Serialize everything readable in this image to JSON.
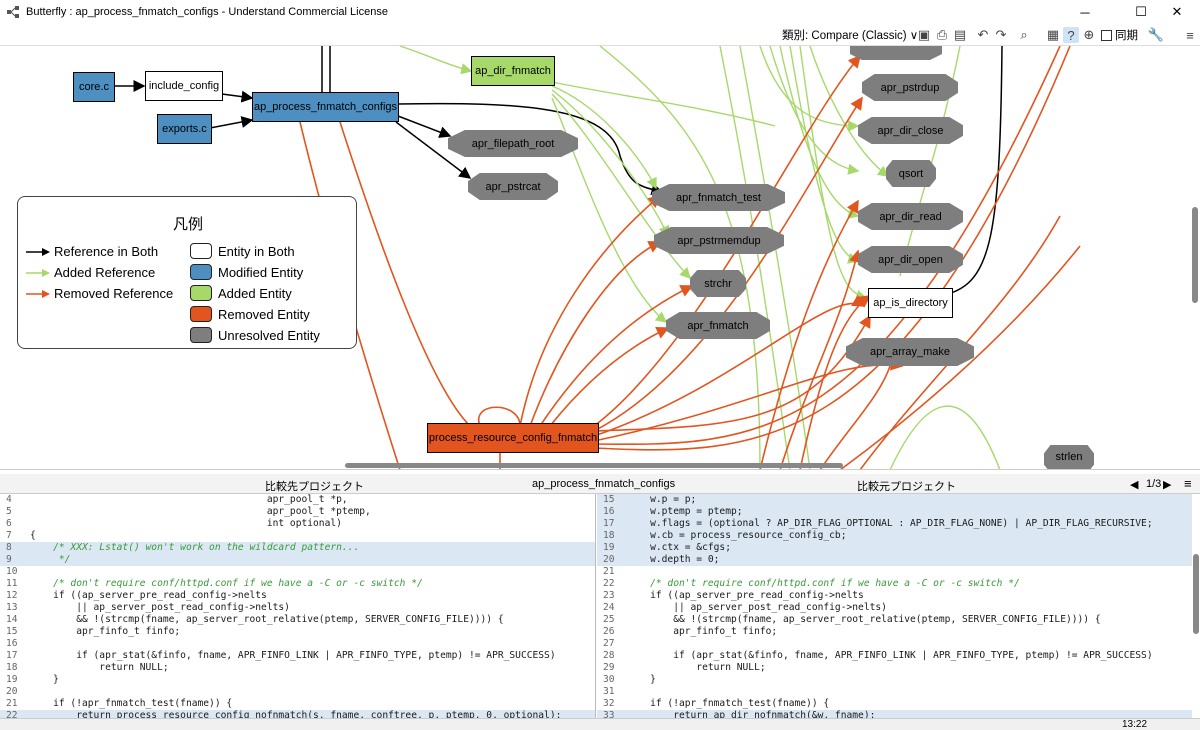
{
  "window": {
    "title": "Butterfly : ap_process_fnmatch_configs - Understand Commercial License",
    "min": "─",
    "max": "☐",
    "close": "✕"
  },
  "toolbar": {
    "category_label": "類別: Compare (Classic) ∨",
    "sync_label": "同期",
    "icons": [
      "copy-icon",
      "print-icon",
      "save-icon",
      "undo-icon",
      "redo-icon",
      "zoom-icon",
      "map-icon",
      "help-icon",
      "zoom-in-icon",
      "settings-icon",
      "menu-icon"
    ]
  },
  "graph": {
    "nodes": {
      "core_c": "core.c",
      "include_config": "include_config",
      "ap_process": "ap_process_fnmatch_configs",
      "exports_c": "exports.c",
      "ap_dir_fnmatch": "ap_dir_fnmatch",
      "apr_filepath_root": "apr_filepath_root",
      "apr_pstrcat": "apr_pstrcat",
      "apr_fnmatch_test": "apr_fnmatch_test",
      "apr_pstrmemdup": "apr_pstrmemdup",
      "strchr": "strchr",
      "apr_fnmatch": "apr_fnmatch",
      "process_resource": "process_resource_config_fnmatch",
      "apr_pstrdup": "apr_pstrdup",
      "apr_dir_close": "apr_dir_close",
      "qsort": "qsort",
      "apr_dir_read": "apr_dir_read",
      "apr_dir_open": "apr_dir_open",
      "ap_is_directory": "ap_is_directory",
      "apr_array_make": "apr_array_make",
      "strlen": "strlen"
    },
    "legend": {
      "title": "凡例",
      "ref_both": "Reference in Both",
      "ref_added": "Added Reference",
      "ref_removed": "Removed Reference",
      "ent_both": "Entity in Both",
      "ent_modified": "Modified Entity",
      "ent_added": "Added Entity",
      "ent_removed": "Removed Entity",
      "ent_unresolved": "Unresolved Entity"
    },
    "colors": {
      "modified": "#4d8fc0",
      "added": "#a6d96a",
      "removed": "#e2551e",
      "unresolved": "#7e7e7e"
    }
  },
  "diff": {
    "left_title": "比較先プロジェクト",
    "center_title": "ap_process_fnmatch_configs",
    "right_title": "比較元プロジェクト",
    "nav": "1/3",
    "left_lines": [
      {
        "n": "4",
        "t": "                                         apr_pool_t *p,",
        "h": false
      },
      {
        "n": "5",
        "t": "                                         apr_pool_t *ptemp,",
        "h": false
      },
      {
        "n": "6",
        "t": "                                         int optional)",
        "h": false
      },
      {
        "n": "7",
        "t": "{",
        "h": false
      },
      {
        "n": "8",
        "t": "    /* XXX: Lstat() won't work on the wildcard pattern...",
        "h": true,
        "c": true
      },
      {
        "n": "9",
        "t": "     */",
        "h": true,
        "c": true
      },
      {
        "n": "10",
        "t": "",
        "h": false
      },
      {
        "n": "11",
        "t": "    /* don't require conf/httpd.conf if we have a -C or -c switch */",
        "h": false,
        "c": true
      },
      {
        "n": "12",
        "t": "    if ((ap_server_pre_read_config->nelts",
        "h": false
      },
      {
        "n": "13",
        "t": "        || ap_server_post_read_config->nelts)",
        "h": false
      },
      {
        "n": "14",
        "t": "        && !(strcmp(fname, ap_server_root_relative(ptemp, SERVER_CONFIG_FILE)))) {",
        "h": false
      },
      {
        "n": "15",
        "t": "        apr_finfo_t finfo;",
        "h": false
      },
      {
        "n": "16",
        "t": "",
        "h": false
      },
      {
        "n": "17",
        "t": "        if (apr_stat(&finfo, fname, APR_FINFO_LINK | APR_FINFO_TYPE, ptemp) != APR_SUCCESS)",
        "h": false
      },
      {
        "n": "18",
        "t": "            return NULL;",
        "h": false
      },
      {
        "n": "19",
        "t": "    }",
        "h": false
      },
      {
        "n": "20",
        "t": "",
        "h": false
      },
      {
        "n": "21",
        "t": "    if (!apr_fnmatch_test(fname)) {",
        "h": false
      },
      {
        "n": "22",
        "t": "        return process_resource_config_nofnmatch(s, fname, conftree, p, ptemp, 0, optional);",
        "h": true
      }
    ],
    "right_lines": [
      {
        "n": "15",
        "t": "    w.p = p;",
        "h": true
      },
      {
        "n": "16",
        "t": "    w.ptemp = ptemp;",
        "h": true
      },
      {
        "n": "17",
        "t": "    w.flags = (optional ? AP_DIR_FLAG_OPTIONAL : AP_DIR_FLAG_NONE) | AP_DIR_FLAG_RECURSIVE;",
        "h": true
      },
      {
        "n": "18",
        "t": "    w.cb = process_resource_config_cb;",
        "h": true
      },
      {
        "n": "19",
        "t": "    w.ctx = &cfgs;",
        "h": true
      },
      {
        "n": "20",
        "t": "    w.depth = 0;",
        "h": true
      },
      {
        "n": "21",
        "t": "",
        "h": false
      },
      {
        "n": "22",
        "t": "    /* don't require conf/httpd.conf if we have a -C or -c switch */",
        "h": false,
        "c": true
      },
      {
        "n": "23",
        "t": "    if ((ap_server_pre_read_config->nelts",
        "h": false
      },
      {
        "n": "24",
        "t": "        || ap_server_post_read_config->nelts)",
        "h": false
      },
      {
        "n": "25",
        "t": "        && !(strcmp(fname, ap_server_root_relative(ptemp, SERVER_CONFIG_FILE)))) {",
        "h": false
      },
      {
        "n": "26",
        "t": "        apr_finfo_t finfo;",
        "h": false
      },
      {
        "n": "27",
        "t": "",
        "h": false
      },
      {
        "n": "28",
        "t": "        if (apr_stat(&finfo, fname, APR_FINFO_LINK | APR_FINFO_TYPE, ptemp) != APR_SUCCESS)",
        "h": false
      },
      {
        "n": "29",
        "t": "            return NULL;",
        "h": false
      },
      {
        "n": "30",
        "t": "    }",
        "h": false
      },
      {
        "n": "31",
        "t": "",
        "h": false
      },
      {
        "n": "32",
        "t": "    if (!apr_fnmatch_test(fname)) {",
        "h": false
      },
      {
        "n": "33",
        "t": "        return ap_dir_nofnmatch(&w, fname);",
        "h": true
      }
    ]
  },
  "taskbar": {
    "clock": "13:22"
  }
}
